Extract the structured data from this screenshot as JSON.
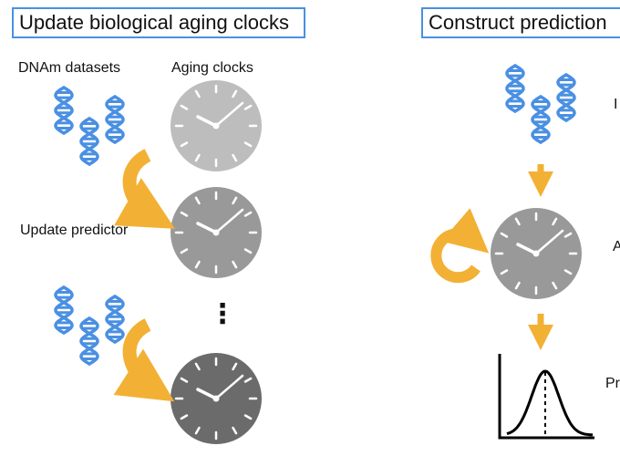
{
  "panels": {
    "left": {
      "title": "Update biological aging clocks",
      "label_datasets": "DNAm datasets",
      "label_clocks": "Aging clocks",
      "label_update": "Update predictor",
      "ellipsis": "⋮"
    },
    "right": {
      "title": "Construct prediction",
      "cut_label_top": "I",
      "cut_label_mid": "A",
      "cut_label_bottom": "Pr"
    }
  },
  "colors": {
    "title_border": "#4a90e2",
    "dna": "#4a90e2",
    "arrow": "#f2b134",
    "clock_light": "#bdbdbd",
    "clock_mid": "#999999",
    "clock_dark": "#6b6b6b"
  },
  "icons": [
    "dna-icon",
    "clock-icon",
    "curved-arrow-icon",
    "cycle-arrow-icon",
    "down-arrow-icon",
    "distribution-curve-icon"
  ]
}
